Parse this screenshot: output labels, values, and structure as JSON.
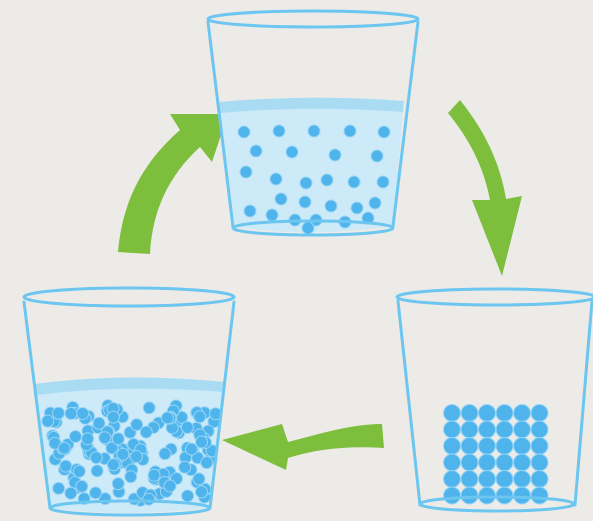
{
  "colors": {
    "background": "#ecebe8",
    "cup_outline": "#6cc6ef",
    "water": "#cdeaf8",
    "water_surface": "#a9dcf3",
    "particle": "#4fb4ec",
    "particle_highlight": "#9ad6f6",
    "arrow": "#7dbe3c"
  },
  "cups": [
    {
      "name": "cup-top",
      "particle_arrangement": "sparse",
      "water": true
    },
    {
      "name": "cup-right",
      "particle_arrangement": "grid",
      "water": false
    },
    {
      "name": "cup-left",
      "particle_arrangement": "dense",
      "water": true
    }
  ],
  "arrows": [
    {
      "name": "arrow-top-to-right",
      "icon": "curved-arrow-icon"
    },
    {
      "name": "arrow-right-to-left",
      "icon": "curved-arrow-icon"
    },
    {
      "name": "arrow-left-to-top",
      "icon": "curved-arrow-icon"
    }
  ]
}
